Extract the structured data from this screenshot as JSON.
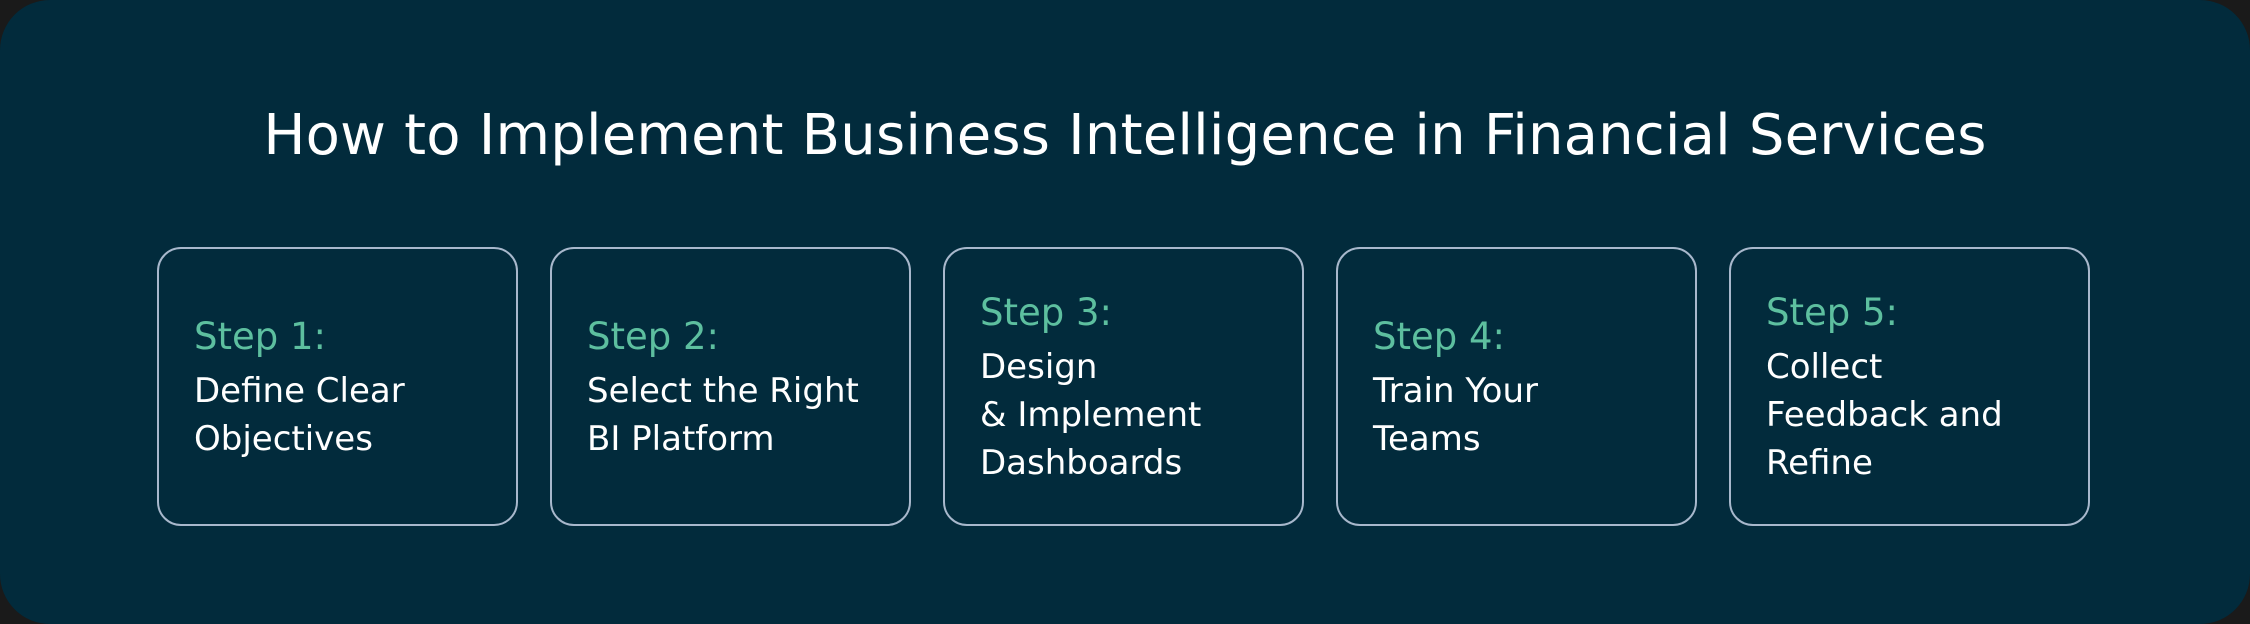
{
  "title": "How to Implement Business Intelligence in Financial Services",
  "colors": {
    "background": "#022b3c",
    "step_label": "#5dbf9f",
    "card_border": "#a8b8cc",
    "text": "#ffffff"
  },
  "steps": [
    {
      "label": "Step 1:",
      "description": "Define Clear\nObjectives"
    },
    {
      "label": "Step 2:",
      "description": "Select the Right\nBI Platform"
    },
    {
      "label": "Step 3:",
      "description": "Design\n& Implement\nDashboards"
    },
    {
      "label": "Step 4:",
      "description": "Train Your\nTeams"
    },
    {
      "label": "Step 5:",
      "description": "Collect\nFeedback and\nRefine"
    }
  ]
}
